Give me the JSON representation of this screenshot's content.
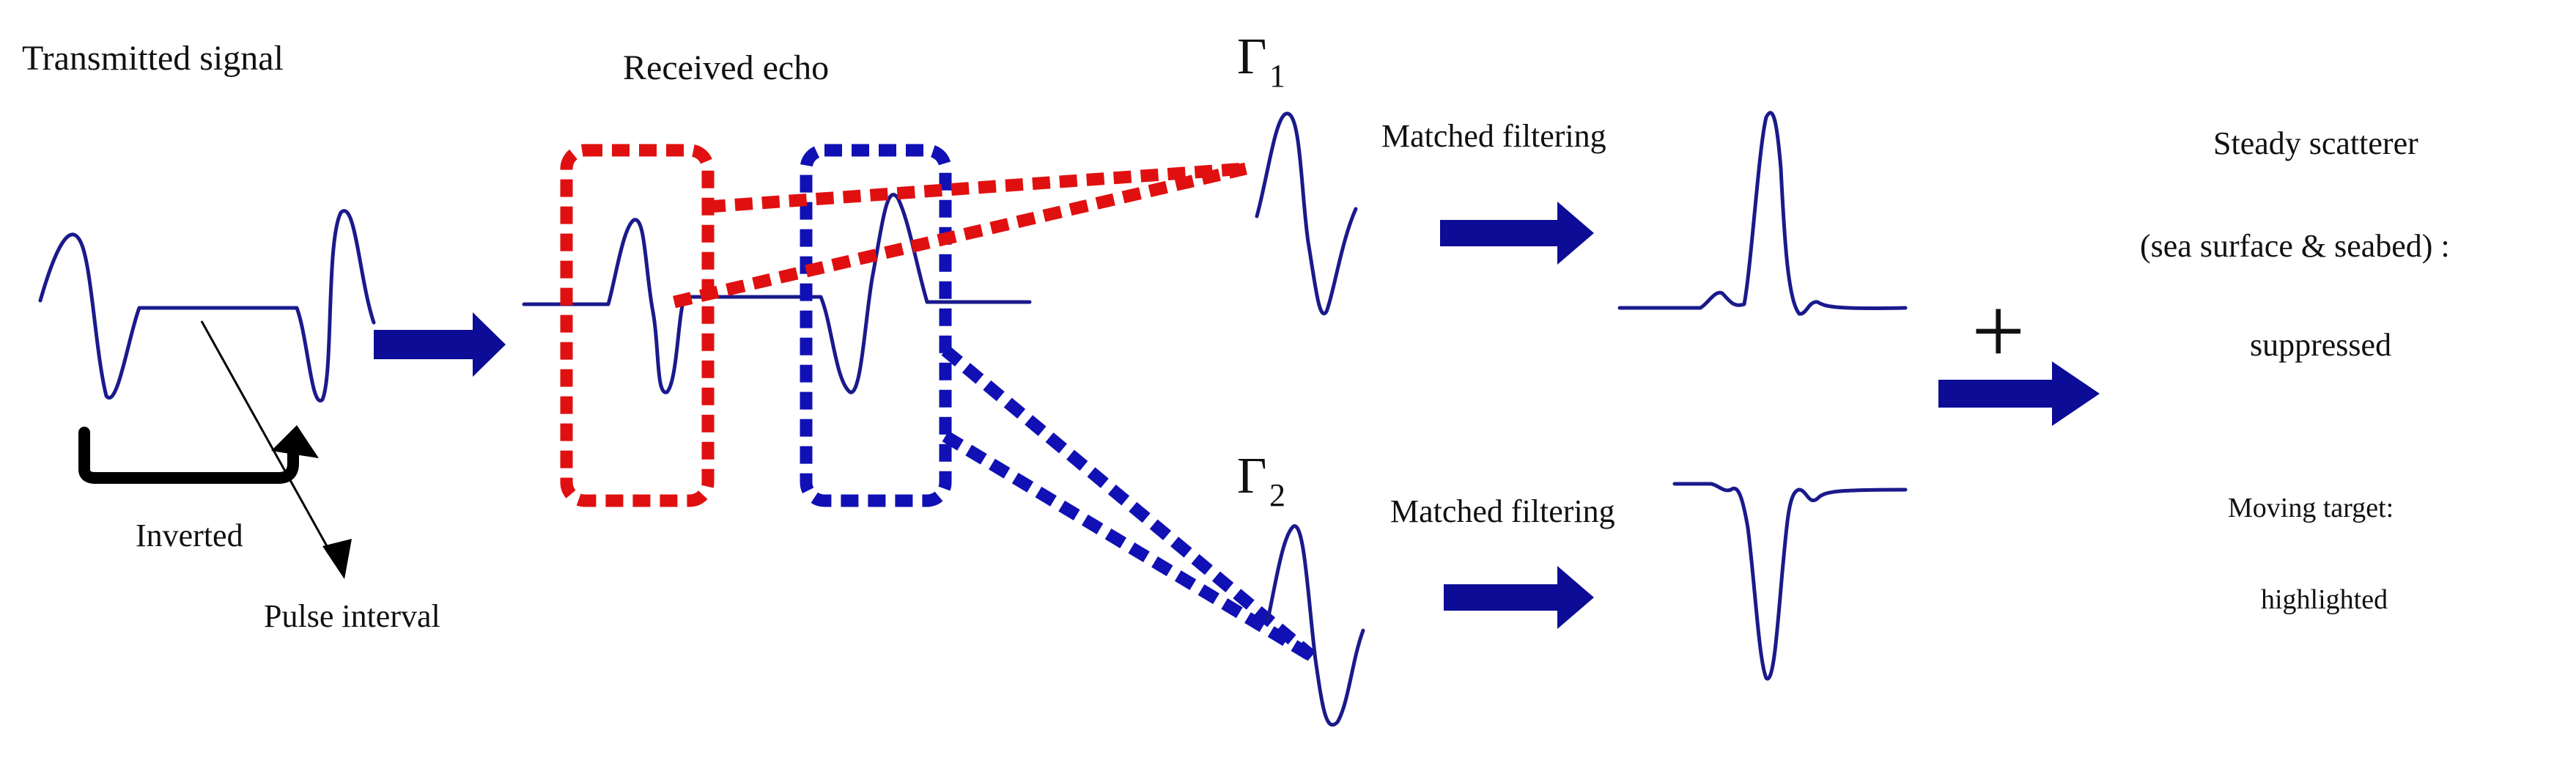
{
  "labels": {
    "transmitted_signal": "Transmitted signal",
    "received_echo": "Received echo",
    "gamma": "Γ",
    "gamma1_sub": "1",
    "gamma2_sub": "2",
    "matched_filtering_1": "Matched filtering",
    "matched_filtering_2": "Matched filtering",
    "inverted": "Inverted",
    "pulse_interval": "Pulse interval",
    "plus": "+",
    "steady_scatterer": "Steady scatterer",
    "sea_surface_seabed": "(sea surface & seabed) :",
    "suppressed": "suppressed",
    "moving_target": "Moving target:",
    "highlighted": "highlighted"
  },
  "colors": {
    "wave": "#1a1a8c",
    "arrow": "#0c0c96",
    "red_dash": "#e01010",
    "blue_dash": "#1010b4",
    "text": "#111111"
  }
}
